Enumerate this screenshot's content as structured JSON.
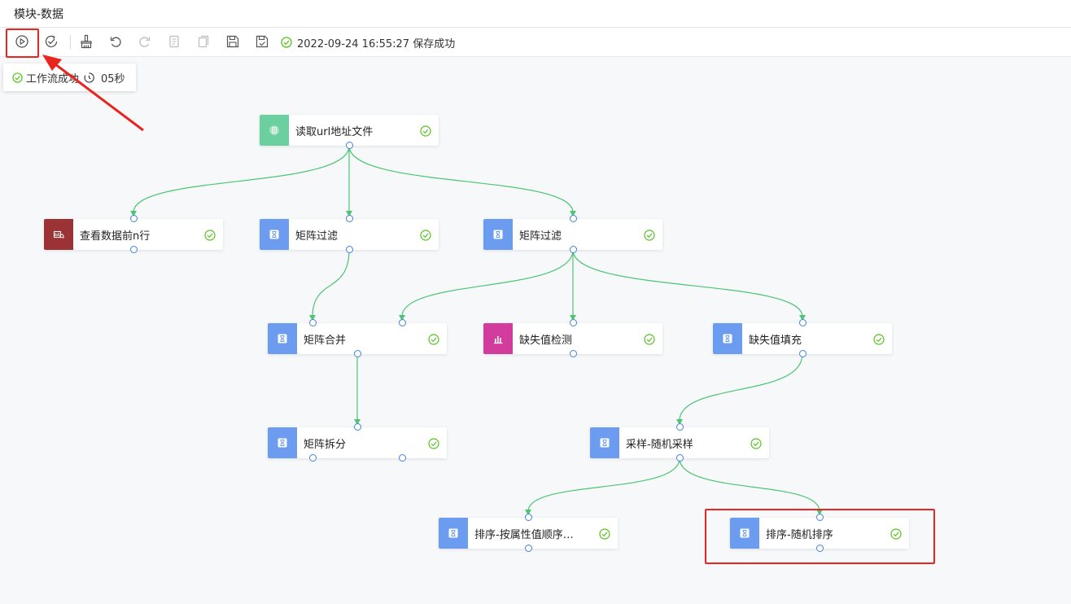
{
  "window": {
    "title": "模块-数据"
  },
  "toolbar": {
    "buttons": [
      {
        "name": "run-icon"
      },
      {
        "name": "validate-icon"
      },
      {
        "name": "clear-brush-icon"
      },
      {
        "name": "undo-icon"
      },
      {
        "name": "redo-icon"
      },
      {
        "name": "copy-icon"
      },
      {
        "name": "paste-icon"
      },
      {
        "name": "save-icon"
      },
      {
        "name": "save-as-icon"
      }
    ],
    "save_status": "2022-09-24 16:55:27 保存成功"
  },
  "workflow_status": {
    "label": "工作流成功",
    "duration": "05秒"
  },
  "colors": {
    "accent": "#e8251f",
    "success": "#52c41a",
    "edge": "#4cc472",
    "port": "#3d82e0",
    "node_read": "#6ccf9f",
    "node_view": "#9b3336",
    "node_matrix": "#6b9cf0",
    "node_missing_check": "#d13c9d"
  },
  "nodes": [
    {
      "id": "read-url",
      "label": "读取url地址文件",
      "icon": "file-icon"
    },
    {
      "id": "view-head",
      "label": "查看数据前n行",
      "icon": "table-view-icon"
    },
    {
      "id": "filter-1",
      "label": "矩阵过滤",
      "icon": "hourglass-icon"
    },
    {
      "id": "filter-2",
      "label": "矩阵过滤",
      "icon": "hourglass-icon"
    },
    {
      "id": "merge",
      "label": "矩阵合并",
      "icon": "hourglass-icon"
    },
    {
      "id": "missing-check",
      "label": "缺失值检测",
      "icon": "bar-chart-icon"
    },
    {
      "id": "missing-fill",
      "label": "缺失值填充",
      "icon": "hourglass-icon"
    },
    {
      "id": "split",
      "label": "矩阵拆分",
      "icon": "hourglass-icon"
    },
    {
      "id": "sample",
      "label": "采样-随机采样",
      "icon": "hourglass-icon"
    },
    {
      "id": "sort-attr",
      "label": "排序-按属性值顺序…",
      "icon": "hourglass-icon"
    },
    {
      "id": "sort-random",
      "label": "排序-随机排序",
      "icon": "hourglass-icon"
    }
  ]
}
